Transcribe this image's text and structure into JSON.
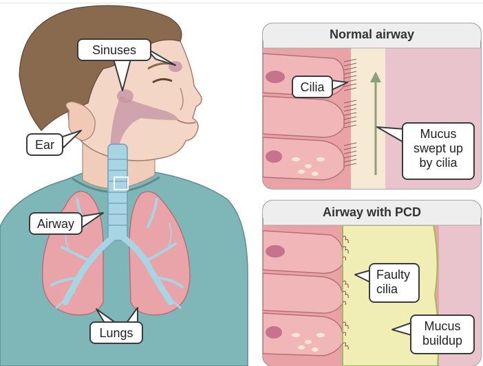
{
  "figure": {
    "labels": {
      "sinuses": "Sinuses",
      "ear": "Ear",
      "airway": "Airway",
      "lungs": "Lungs"
    },
    "normal_panel": {
      "title": "Normal airway",
      "cilia_label": "Cilia",
      "mucus_label": "Mucus\nswept up\nby cilia"
    },
    "pcd_panel": {
      "title": "Airway with PCD",
      "faulty_label": "Faulty\ncilia",
      "mucus_label": "Mucus\nbuildup"
    },
    "colors": {
      "skin": "#f4d6c6",
      "hair": "#8a6a4e",
      "shirt": "#7fb7b9",
      "lung": "#e8a4a8",
      "airway_tree": "#a9d4e4",
      "cell": "#e9a2a6",
      "mucus_pcd": "#f1eeb5"
    }
  }
}
